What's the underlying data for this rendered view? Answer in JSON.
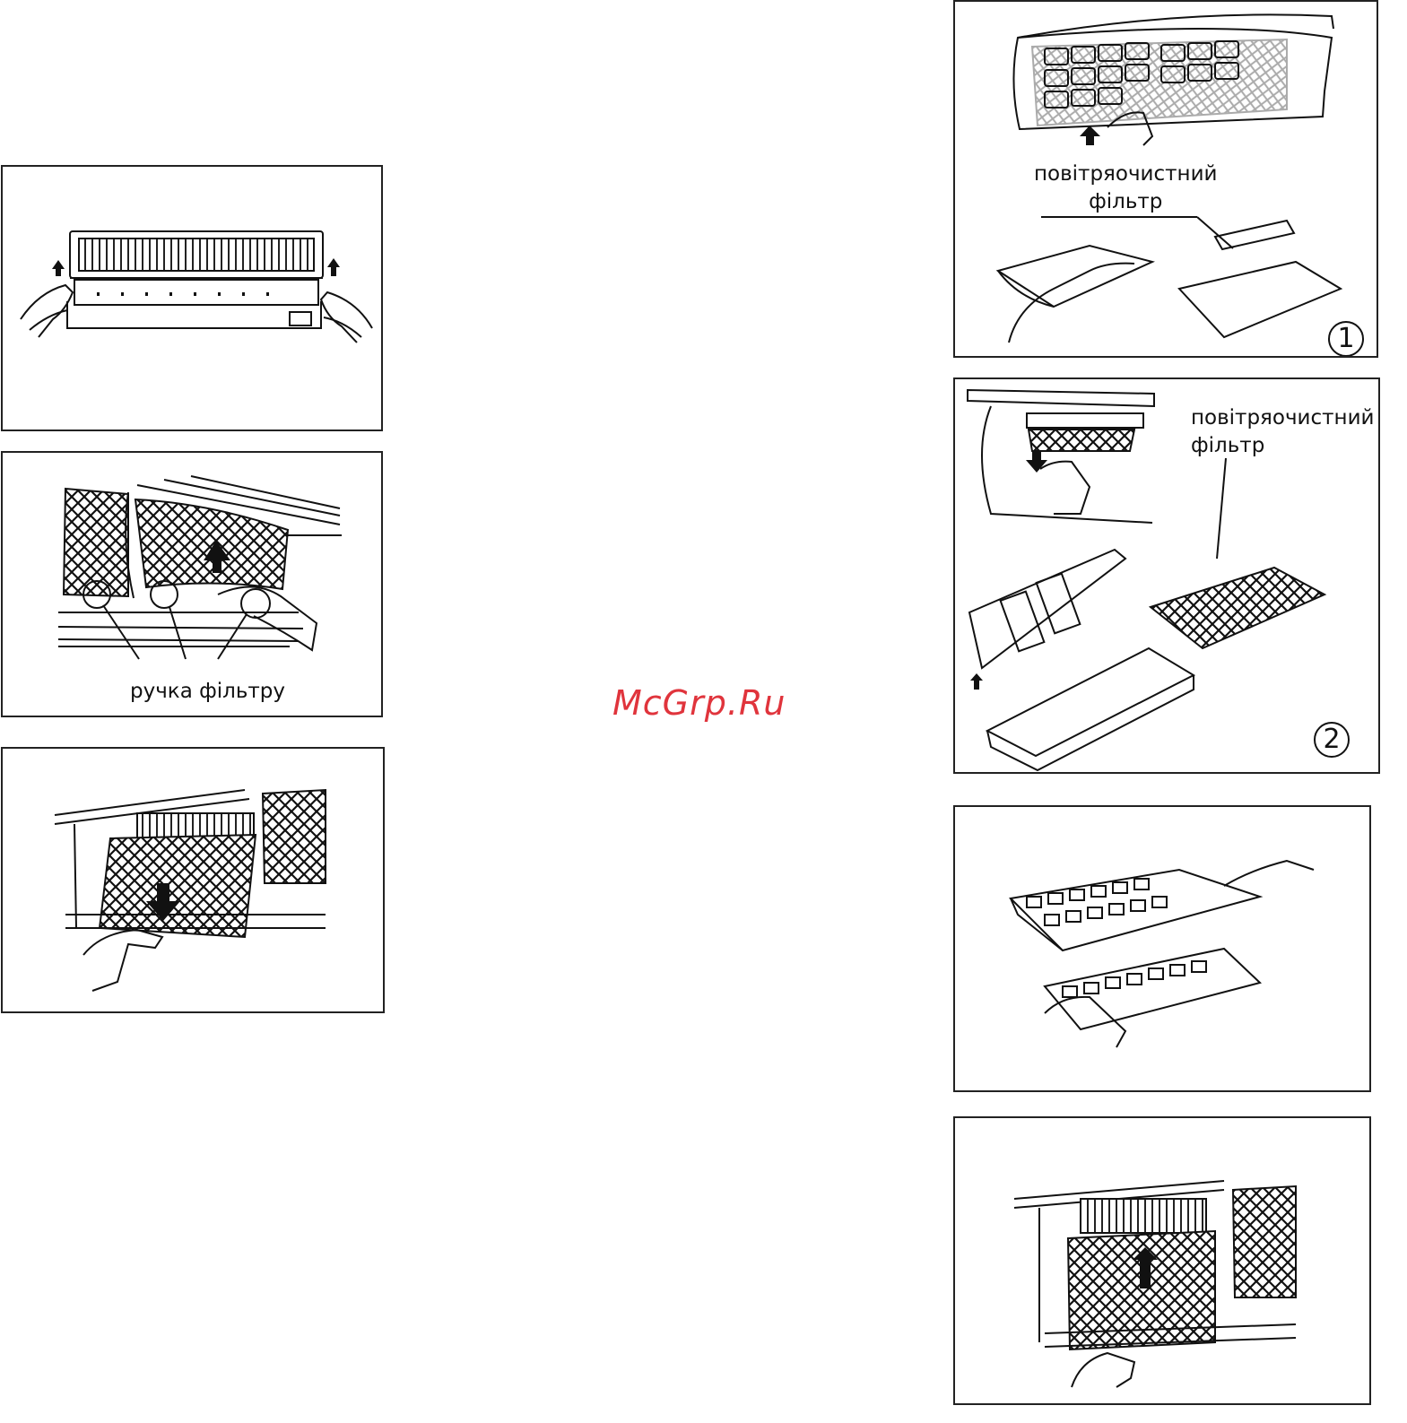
{
  "labels": {
    "filter_handle": "ручка фільтру",
    "air_filter_1": "повітряочистний\nфільтр",
    "air_filter_2": "повітряочистний\nфільтр"
  },
  "step_numbers": {
    "one": "1",
    "two": "2"
  },
  "watermark": "McGrp.Ru"
}
